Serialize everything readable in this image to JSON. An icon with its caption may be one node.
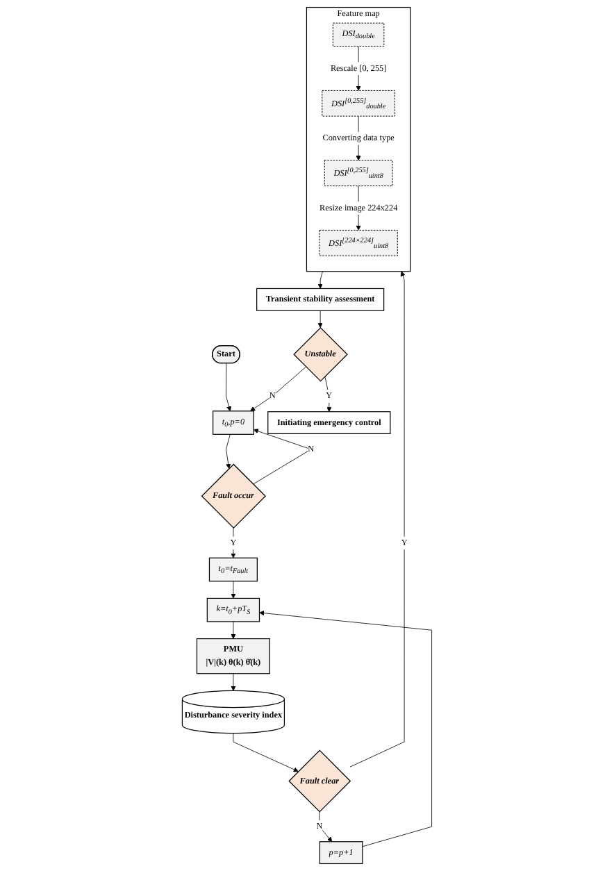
{
  "diagram": {
    "nodes": [
      {
        "text": [
          "Start"
        ]
      },
      {
        "text": [
          "t$_{0}$,p=0"
        ]
      },
      {
        "text": [
          "Fault occur"
        ]
      },
      {
        "text": [
          "t$_{0}$=t$_{Fault}$"
        ]
      },
      {
        "text": [
          "k=t$_{0}$+pT$_{S}$"
        ]
      },
      {
        "text": [
          "PMU",
          "|V|(k) θ(k) θ̇(k)"
        ]
      },
      {
        "text": [
          "Disturbance severity index"
        ]
      },
      {
        "text": [
          "Fault clear"
        ]
      },
      {
        "text": [
          "p=p+1"
        ]
      },
      {
        "text": [
          "Feature map"
        ]
      },
      {
        "text": [
          "DSI$_{double}$"
        ],
        "in": 9
      },
      {
        "text": [
          "DSI$^{[0,255]}$$_{double}$"
        ],
        "in": 9
      },
      {
        "text": [
          "DSI$^{[0,255]}$$_{uint8}$"
        ],
        "in": 9
      },
      {
        "text": [
          "DSI$^{[224×224]}$$_{uint8}$"
        ],
        "in": 9
      },
      {
        "text": [
          "Transient stability assessment"
        ]
      },
      {
        "text": [
          "Unstable"
        ]
      },
      {
        "text": [
          "Initiating emergency control"
        ]
      }
    ],
    "edges": [
      {
        "from": 0,
        "to": 1,
        "arrow": "to"
      },
      {
        "from": 1,
        "to": 2,
        "arrow": "to"
      },
      {
        "from": 2,
        "to": 1,
        "arrow": "to",
        "label": "N"
      },
      {
        "from": 2,
        "to": 3,
        "arrow": "to",
        "label": "Y"
      },
      {
        "from": 3,
        "to": 4,
        "arrow": "to"
      },
      {
        "from": 4,
        "to": 5,
        "arrow": "to"
      },
      {
        "from": 5,
        "to": 6,
        "arrow": "to"
      },
      {
        "from": 6,
        "to": 7,
        "arrow": "to"
      },
      {
        "from": 7,
        "to": 8,
        "arrow": "to",
        "label": "N"
      },
      {
        "from": 8,
        "to": 4,
        "arrow": "to"
      },
      {
        "from": 7,
        "to": 9,
        "arrow": "to",
        "label": "Y"
      },
      {
        "from": 10,
        "to": 11,
        "arrow": "to",
        "label": "Rescale [0, 255]"
      },
      {
        "from": 11,
        "to": 12,
        "arrow": "to",
        "label": "Converting data type"
      },
      {
        "from": 12,
        "to": 13,
        "arrow": "to",
        "label": "Resize image 224x224"
      },
      {
        "from": 9,
        "to": 14,
        "arrow": "to"
      },
      {
        "from": 14,
        "to": 15,
        "arrow": "to"
      },
      {
        "from": 15,
        "to": 1,
        "arrow": "to",
        "label": "N"
      },
      {
        "from": 15,
        "to": 16,
        "arrow": "to",
        "label": "Y"
      }
    ]
  }
}
